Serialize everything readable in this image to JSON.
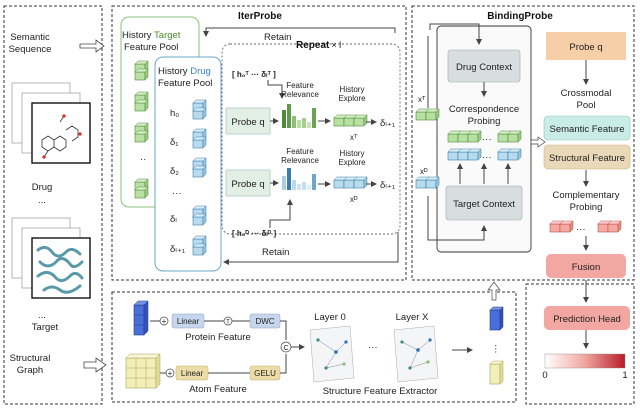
{
  "left": {
    "semantic": [
      "Semantic",
      "Sequence"
    ],
    "drug": "Drug",
    "dots1": "...",
    "target": "Target",
    "dots2": "...",
    "structural": [
      "Structural",
      "Graph"
    ]
  },
  "iterprobe": {
    "title": "IterProbe",
    "target_pool": {
      "line1_a": "History ",
      "line1_b": "Target",
      "line2": "Feature Pool"
    },
    "drug_pool": {
      "line1_a": "History ",
      "line1_b": "Drug",
      "line2": "Feature Pool"
    },
    "repeat": "Repeat",
    "repeat_suffix": "× l",
    "retain_top": "Retain",
    "retain_bottom": "Retain",
    "h_top": "[ h₀ᵀ ··· δₗᵀ ]",
    "h_bottom": "[ h₀ᴰ ··· δₗᴰ ]",
    "deltas": [
      "h₀",
      "δ₁",
      "δ₂",
      "···",
      "δₗ",
      "δₗ₊₁"
    ],
    "probe_q_1": "Probe q",
    "probe_q_2": "Probe q",
    "feature_relevance_1": [
      "Feature",
      "Relevance"
    ],
    "feature_relevance_2": [
      "Feature",
      "Relevance"
    ],
    "history_explore_1": [
      "History",
      "Explore"
    ],
    "history_explore_2": [
      "History",
      "Explore"
    ],
    "out_1": "δₗ₊₁",
    "out_2": "δₗ₊₁",
    "xt_label": "xᵀ",
    "xd_label": "xᴰ",
    "dots": "···"
  },
  "bindingprobe": {
    "title": "BindingProbe",
    "drug_context": "Drug Context",
    "target_context": "Target Context",
    "correspondence": "Correspondence",
    "probing": "Probing",
    "xt": "xᵀ",
    "xd": "xᴰ",
    "dots": "···"
  },
  "right": {
    "probe_q": "Probe q",
    "crossmodal": [
      "Crossmodal",
      "Pool"
    ],
    "semantic_feature": "Semantic Feature",
    "structural_feature": "Structural Feature",
    "complementary": [
      "Complementary",
      "Probing"
    ],
    "fusion": "Fusion",
    "prediction_head": "Prediction Head",
    "scale_min": "0",
    "scale_max": "1",
    "dots": "···"
  },
  "extractor": {
    "linear_top": "Linear",
    "t_symbol": "T",
    "dwc": "DWC",
    "protein_feature": "Protein Feature",
    "linear_bottom": "Linear",
    "gelu": "GELU",
    "atom_feature": "Atom Feature",
    "c_symbol": "C",
    "plus": "+",
    "layer0": "Layer 0",
    "layerx": "Layer X",
    "dots": "···",
    "caption": "Structure Feature Extractor"
  },
  "colors": {
    "green_cube": "#b9e0a3",
    "blue_cube": "#b8dcee",
    "probe_bg": "#e2efe4",
    "context_bg": "#d8dde0",
    "orange": "#f6cfa8",
    "semantic_bg": "#c9ece6",
    "structural_bg": "#ead9b8",
    "fusion_bg": "#f2a7a2",
    "linear_bg": "#c7d6ec",
    "gelu_bg": "#ecdca8",
    "blue_stack": "#4a6fd8",
    "yellow_stack": "#f2efb8",
    "heat_low": "#ffffff",
    "heat_high": "#c6242e"
  }
}
